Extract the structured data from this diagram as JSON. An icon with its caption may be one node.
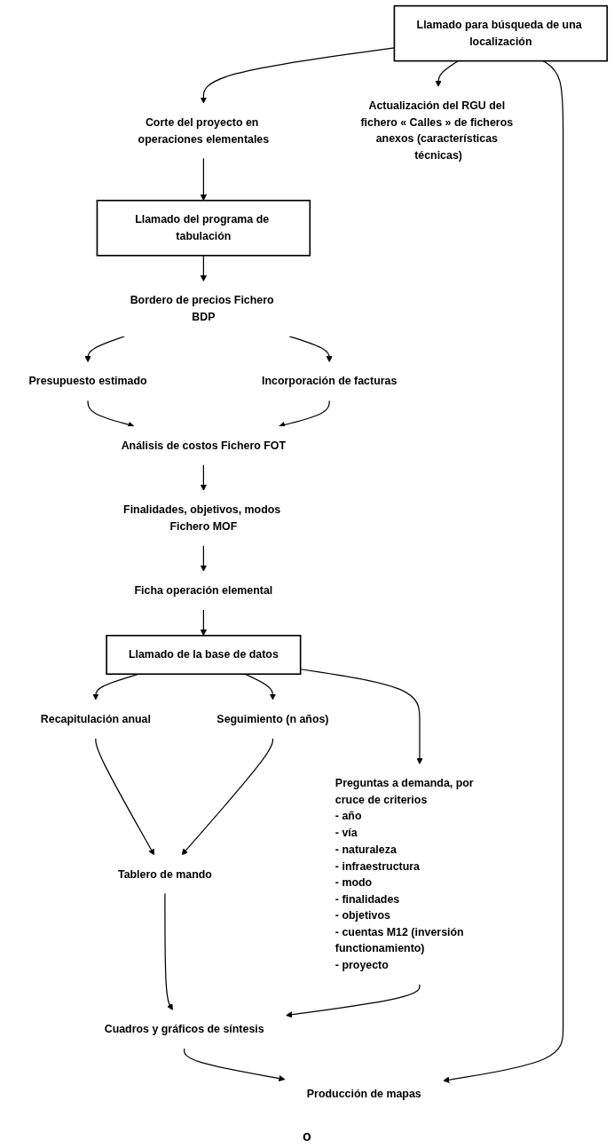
{
  "diagram": {
    "nodes": [
      {
        "text": [
          "Llamado para búsqueda de una localización"
        ]
      },
      {
        "text": [
          "Corte del proyecto en operaciones elementales"
        ]
      },
      {
        "text": [
          "Actualización del RGU del fichero « Calles » de ficheros anexos (características técnicas)"
        ]
      },
      {
        "text": [
          "Llamado del programa de tabulación"
        ]
      },
      {
        "text": [
          "Bordero de precios Fichero BDP"
        ]
      },
      {
        "text": [
          "Presupuesto estimado"
        ]
      },
      {
        "text": [
          "Incorporación de facturas"
        ]
      },
      {
        "text": [
          "Análisis de costos Fichero FOT"
        ]
      },
      {
        "text": [
          "Finalidades, objetivos, modos Fichero MOF"
        ]
      },
      {
        "text": [
          "Ficha operación elemental"
        ]
      },
      {
        "text": [
          "Llamado de la base de datos"
        ]
      },
      {
        "text": [
          "Recapitulación anual"
        ]
      },
      {
        "text": [
          "Seguimiento (n años)"
        ]
      },
      {
        "text": [
          "Preguntas a demanda, por cruce de criterios",
          "- año",
          "- vía",
          "- naturaleza",
          "- infraestructura",
          "- modo",
          "- finalidades",
          "- objetivos",
          "- cuentas M12 (inversión functionamiento)",
          "- proyecto"
        ]
      },
      {
        "text": [
          "Tablero de mando"
        ]
      },
      {
        "text": [
          "Cuadros y gráficos de síntesis"
        ]
      },
      {
        "text": [
          "Producción de mapas"
        ]
      }
    ],
    "edges": [
      {
        "from": 0,
        "to": 1,
        "arrow": "to"
      },
      {
        "from": 0,
        "to": 2,
        "arrow": "to"
      },
      {
        "from": 1,
        "to": 3,
        "arrow": "to"
      },
      {
        "from": 3,
        "to": 4,
        "arrow": "to"
      },
      {
        "from": 4,
        "to": 5,
        "arrow": "to"
      },
      {
        "from": 4,
        "to": 6,
        "arrow": "to"
      },
      {
        "from": 5,
        "to": 7,
        "arrow": "to"
      },
      {
        "from": 6,
        "to": 7,
        "arrow": "to"
      },
      {
        "from": 7,
        "to": 8,
        "arrow": "to"
      },
      {
        "from": 8,
        "to": 9,
        "arrow": "to"
      },
      {
        "from": 9,
        "to": 10,
        "arrow": "to"
      },
      {
        "from": 10,
        "to": 11,
        "arrow": "to"
      },
      {
        "from": 10,
        "to": 12,
        "arrow": "to"
      },
      {
        "from": 10,
        "to": 13,
        "arrow": "to"
      },
      {
        "from": 11,
        "to": 14,
        "arrow": "to"
      },
      {
        "from": 12,
        "to": 14,
        "arrow": "to"
      },
      {
        "from": 14,
        "to": 15,
        "arrow": "to"
      },
      {
        "from": 13,
        "to": 15,
        "arrow": "to"
      },
      {
        "from": 15,
        "to": 16,
        "arrow": "to"
      },
      {
        "from": 0,
        "to": 16,
        "arrow": "to"
      }
    ],
    "labels": [
      "o"
    ]
  }
}
